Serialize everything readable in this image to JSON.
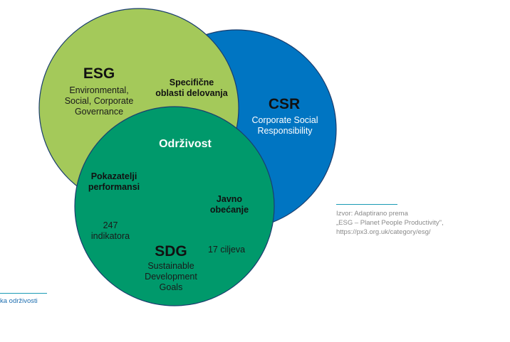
{
  "colors": {
    "esg": "#a4c95a",
    "csr": "#0075c2",
    "sdg": "#00996b",
    "stroke": "#1a3d6e",
    "source_rule": "#1a9bb5"
  },
  "esg": {
    "title": "ESG",
    "lines": [
      "Environmental,",
      "Social, Corporate",
      "Governance"
    ]
  },
  "csr": {
    "title": "CSR",
    "lines": [
      "Corporate Social",
      "Responsibility"
    ]
  },
  "sdg": {
    "title": "SDG",
    "lines": [
      "Sustainable",
      "Development",
      "Goals"
    ]
  },
  "overlaps": {
    "esg_csr": [
      "Specifične",
      "oblasti delovanja"
    ],
    "center": "Održivost",
    "esg_sdg": [
      "Pokazatelji",
      "performansi"
    ],
    "csr_sdg": [
      "Javno",
      "obećanje"
    ]
  },
  "sdg_notes": {
    "indicators": [
      "247",
      "indikatora"
    ],
    "goals": "17 ciljeva"
  },
  "source": {
    "lines": [
      "Izvor: Adaptirano prema",
      "„ESG – Planet People Productivity\",",
      "https://px3.org.uk/category/esg/"
    ]
  },
  "footer": "ka održivosti"
}
